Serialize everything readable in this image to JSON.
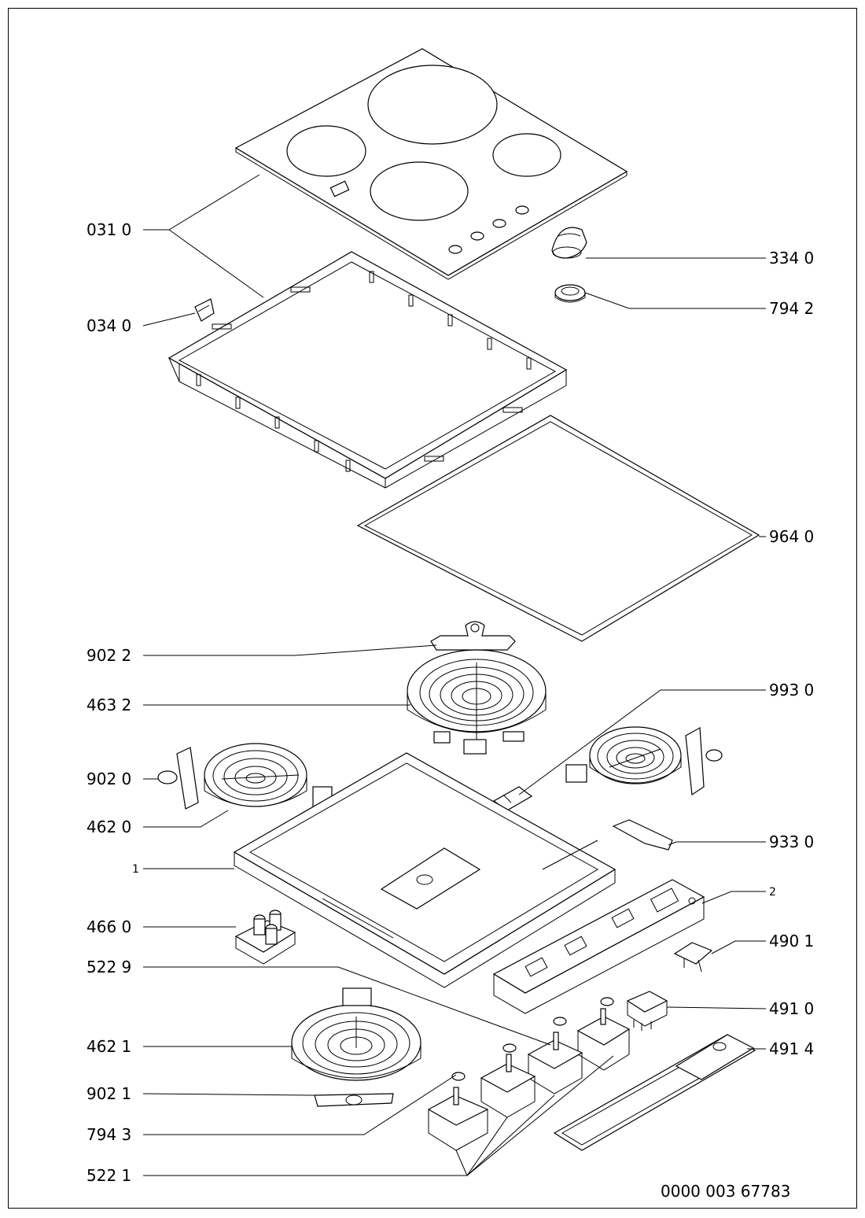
{
  "callouts": [
    {
      "id": "c-031-0",
      "text": "031 0"
    },
    {
      "id": "c-034-0",
      "text": "034 0"
    },
    {
      "id": "c-334-0",
      "text": "334 0"
    },
    {
      "id": "c-794-2",
      "text": "794 2"
    },
    {
      "id": "c-964-0",
      "text": "964 0"
    },
    {
      "id": "c-902-2",
      "text": "902 2"
    },
    {
      "id": "c-463-2",
      "text": "463 2"
    },
    {
      "id": "c-993-0",
      "text": "993 0"
    },
    {
      "id": "c-902-0",
      "text": "902 0"
    },
    {
      "id": "c-462-0",
      "text": "462 0"
    },
    {
      "id": "c-933-0",
      "text": "933 0"
    },
    {
      "id": "c-1",
      "text": "1"
    },
    {
      "id": "c-2",
      "text": "2"
    },
    {
      "id": "c-466-0",
      "text": "466 0"
    },
    {
      "id": "c-490-1",
      "text": "490 1"
    },
    {
      "id": "c-522-9",
      "text": "522 9"
    },
    {
      "id": "c-491-0",
      "text": "491 0"
    },
    {
      "id": "c-462-1",
      "text": "462 1"
    },
    {
      "id": "c-491-4",
      "text": "491 4"
    },
    {
      "id": "c-902-1",
      "text": "902 1"
    },
    {
      "id": "c-794-3",
      "text": "794 3"
    },
    {
      "id": "c-522-1",
      "text": "522 1"
    }
  ],
  "document_number": "0000 003 67783"
}
